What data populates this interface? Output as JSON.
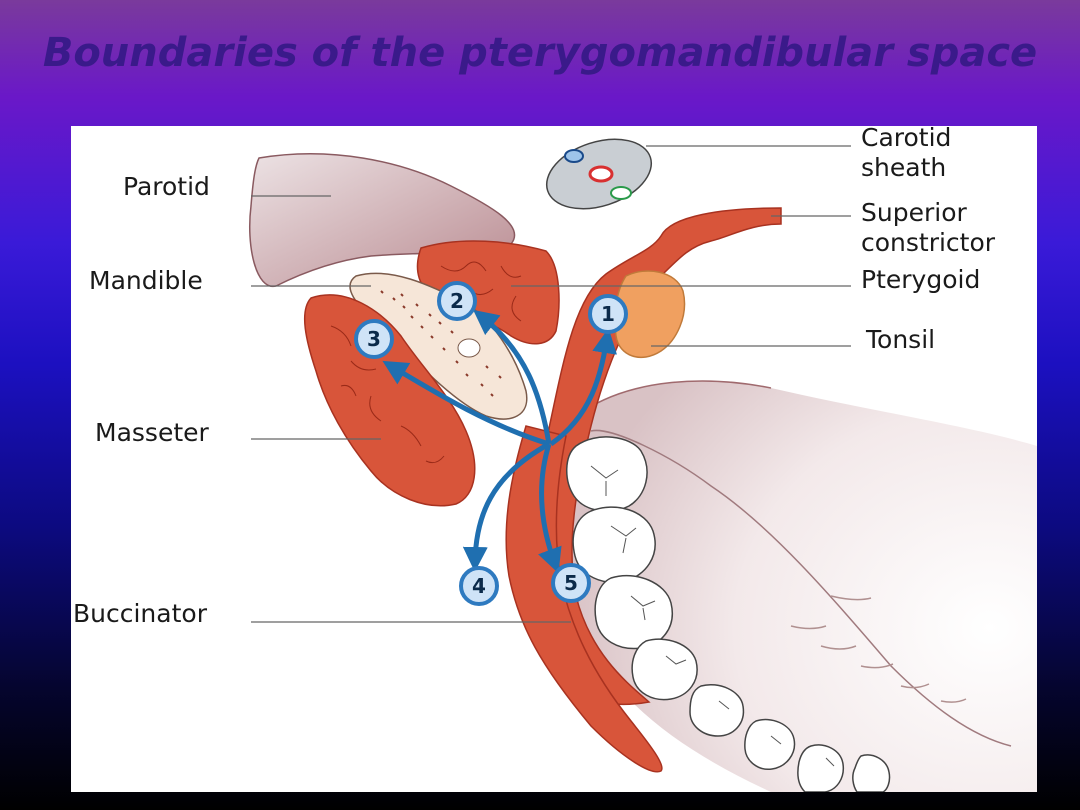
{
  "title": "Boundaries of the pterygomandibular space",
  "labels": {
    "parotid": "Parotid",
    "mandible": "Mandible",
    "masseter": "Masseter",
    "buccinator": "Buccinator",
    "carotid_line1": "Carotid",
    "carotid_line2": "sheath",
    "superior_line1": "Superior",
    "superior_line2": "constrictor",
    "pterygoid": "Pterygoid",
    "tonsil": "Tonsil"
  },
  "markers": [
    "1",
    "2",
    "3",
    "4",
    "5"
  ],
  "colors": {
    "muscle": "#d8553a",
    "muscle_dark": "#a83220",
    "parotid": "#c9a4a8",
    "tonsil": "#f0a060",
    "arrow": "#1f6fb0",
    "marker_fill": "#cfe3f7",
    "marker_ring": "#2e7ac0"
  }
}
